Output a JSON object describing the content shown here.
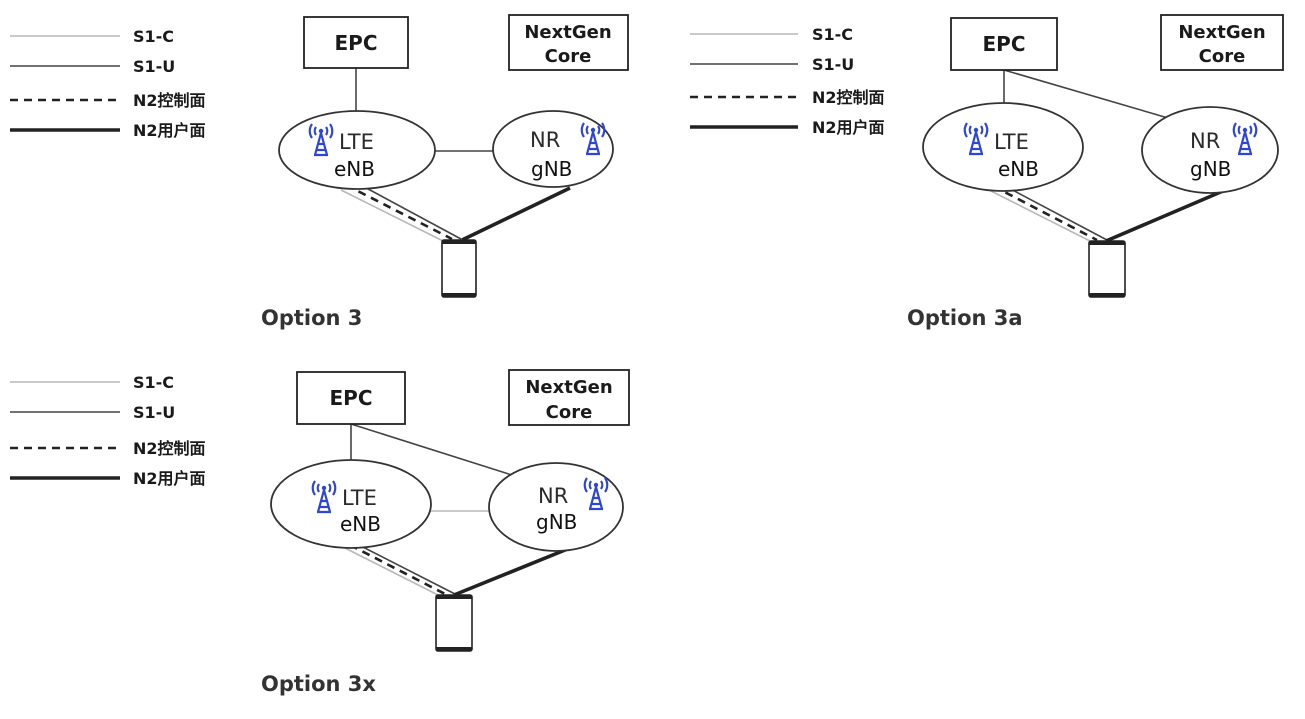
{
  "legend": {
    "s1c": "S1-C",
    "s1u": "S1-U",
    "n2c": "N2控制面",
    "n2u": "N2用户面"
  },
  "nodes": {
    "epc": "EPC",
    "nextgen_line1": "NextGen",
    "nextgen_line2": "Core",
    "lte_tech": "LTE",
    "lte_node": "eNB",
    "nr_tech": "NR",
    "nr_node": "gNB"
  },
  "options": {
    "option3": "Option 3",
    "option3a": "Option 3a",
    "option3x": "Option 3x"
  },
  "icons": {
    "antenna": "radio-tower-icon",
    "antenna_color": "#2d46d8",
    "device": "phone-icon"
  }
}
